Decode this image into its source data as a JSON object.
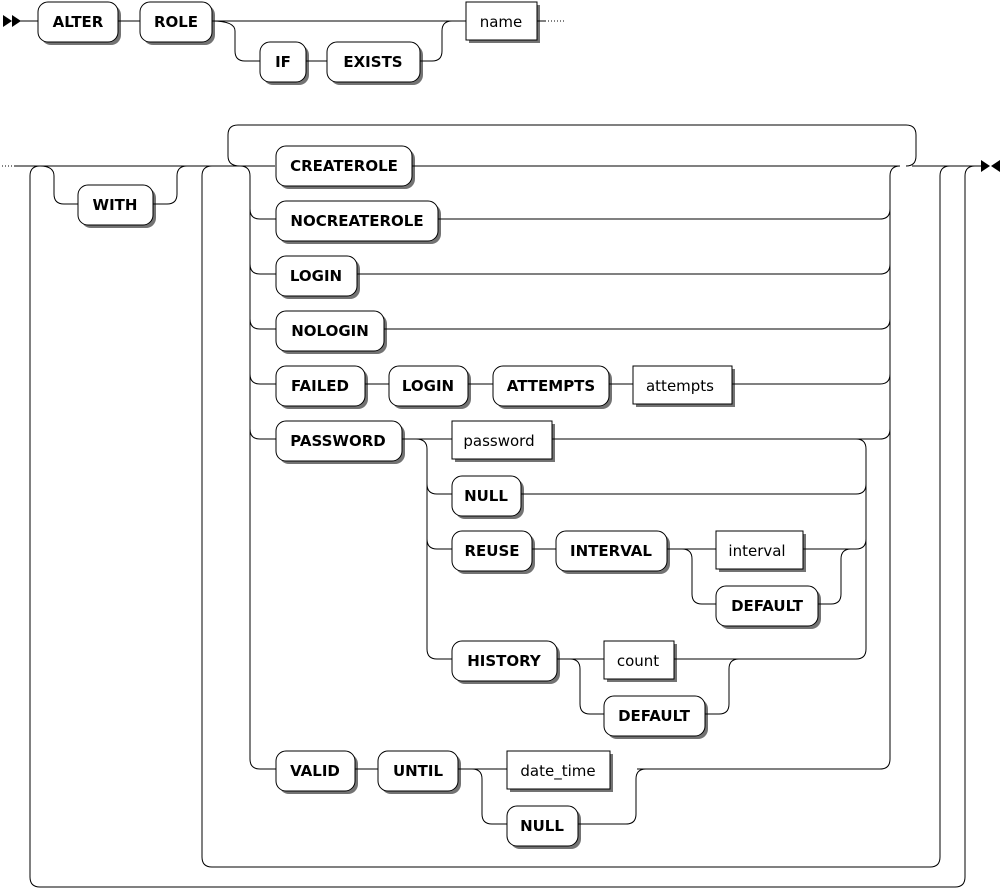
{
  "diagram": {
    "statement": [
      "ALTER",
      "ROLE"
    ],
    "if_exists": [
      "IF",
      "EXISTS"
    ],
    "role_name": "name",
    "with_keyword": "WITH",
    "options": {
      "createrole": "CREATEROLE",
      "nocreaterole": "NOCREATEROLE",
      "login": "LOGIN",
      "nologin": "NOLOGIN",
      "failed_login_attempts": {
        "keywords": [
          "FAILED",
          "LOGIN",
          "ATTEMPTS"
        ],
        "value": "attempts"
      },
      "password": {
        "keyword": "PASSWORD",
        "value": "password",
        "null": "NULL",
        "reuse": {
          "keywords": [
            "REUSE",
            "INTERVAL"
          ],
          "value": "interval",
          "default": "DEFAULT"
        },
        "history": {
          "keyword": "HISTORY",
          "value": "count",
          "default": "DEFAULT"
        }
      },
      "valid_until": {
        "keywords": [
          "VALID",
          "UNTIL"
        ],
        "value": "date_time",
        "null": "NULL"
      }
    }
  }
}
